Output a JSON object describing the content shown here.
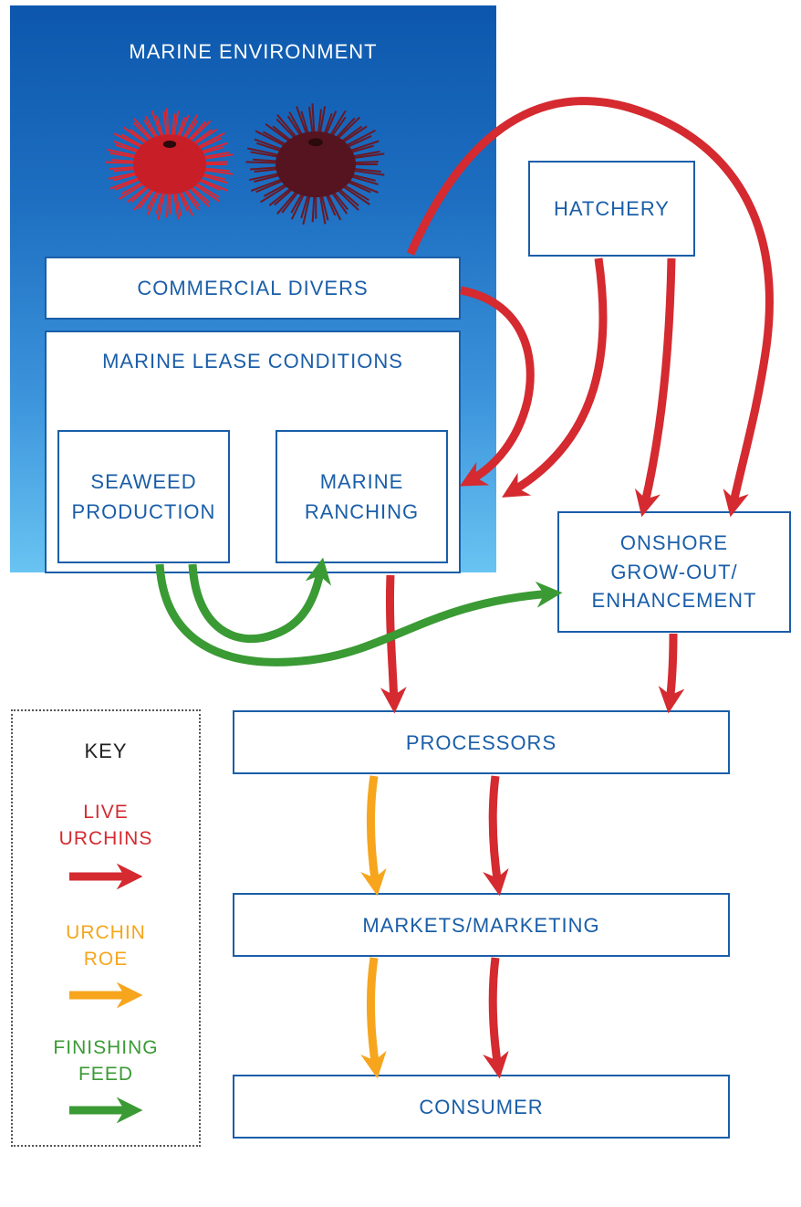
{
  "marine": {
    "title": "MARINE ENVIRONMENT"
  },
  "boxes": {
    "commercial_divers": "COMMERCIAL DIVERS",
    "marine_lease": "MARINE LEASE CONDITIONS",
    "seaweed_line1": "SEAWEED",
    "seaweed_line2": "PRODUCTION",
    "ranching_line1": "MARINE",
    "ranching_line2": "RANCHING",
    "hatchery": "HATCHERY",
    "onshore_line1": "ONSHORE",
    "onshore_line2": "GROW-OUT/",
    "onshore_line3": "ENHANCEMENT",
    "processors": "PROCESSORS",
    "markets": "MARKETS/MARKETING",
    "consumer": "CONSUMER"
  },
  "key": {
    "title": "KEY",
    "live_line1": "LIVE",
    "live_line2": "URCHINS",
    "roe_line1": "URCHIN",
    "roe_line2": "ROE",
    "feed_line1": "FINISHING",
    "feed_line2": "FEED"
  },
  "colors": {
    "live_urchins": "#d42a30",
    "urchin_roe": "#f6a51d",
    "finishing_feed": "#3a9a34",
    "box_border": "#1a5ea8",
    "urchin_red": "#e0262e",
    "urchin_dark": "#6a1824"
  }
}
